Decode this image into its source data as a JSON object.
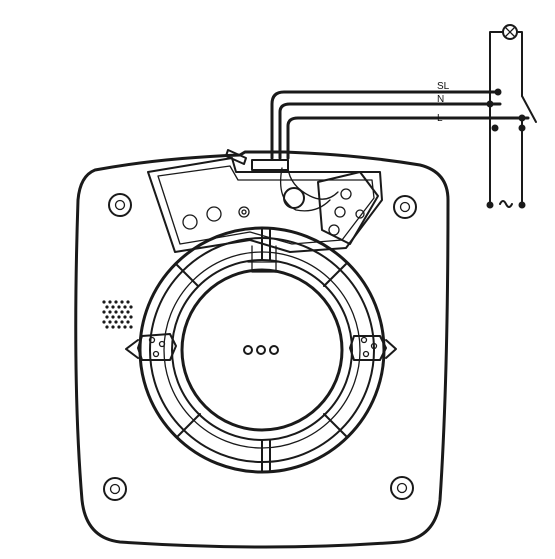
{
  "wiring": {
    "terminals": [
      {
        "id": "sl",
        "label": "SL"
      },
      {
        "id": "n",
        "label": "N"
      },
      {
        "id": "l",
        "label": "L"
      }
    ]
  },
  "colors": {
    "line": "#1a1a1a",
    "background": "#ffffff"
  },
  "icons": {
    "lamp": "lamp-icon",
    "switch": "switch-icon",
    "supply": "ac-supply-icon"
  }
}
